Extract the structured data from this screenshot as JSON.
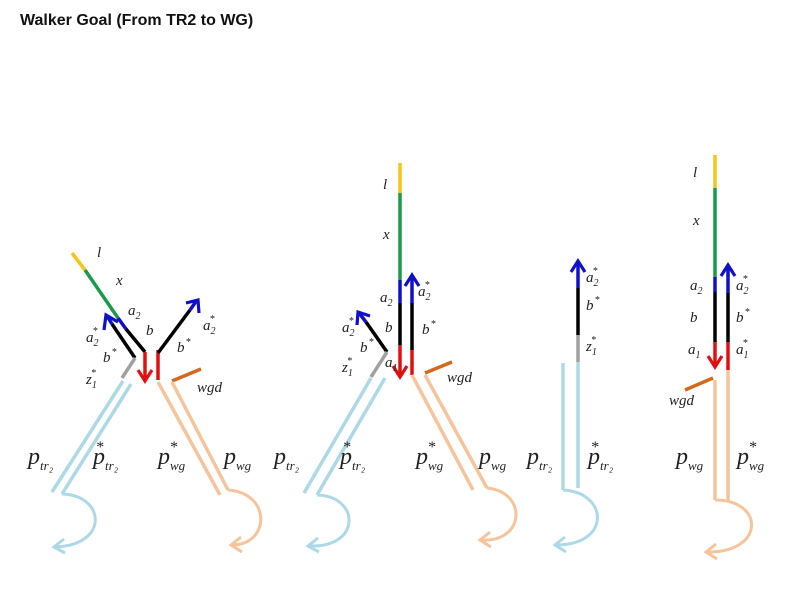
{
  "title": "Walker Goal (From TR2 to WG)",
  "colors": {
    "l": "#f5c518",
    "x": "#1a9a4a",
    "a2": "#1010c8",
    "b": "#000000",
    "a1": "#e01010",
    "z1": "#a0a0a0",
    "ptr2": "#add8e6",
    "pwg": "#f5c49c",
    "wgd": "#d2691e"
  },
  "panels": [
    {
      "labels": [
        {
          "main": "l"
        },
        {
          "main": "x"
        },
        {
          "main": "a",
          "sub": "2"
        },
        {
          "main": "b"
        },
        {
          "main": "a",
          "sub": "2",
          "sup": "*"
        },
        {
          "main": "b",
          "sup": "*"
        },
        {
          "main": "z",
          "sub": "1",
          "sup": "*"
        },
        {
          "main": "b",
          "sup": "*"
        },
        {
          "main": "a",
          "sub": "2",
          "sup": "*"
        },
        {
          "main": "wgd"
        },
        {
          "main": "p",
          "sub": "tr₂"
        },
        {
          "main": "p",
          "sub": "tr₂",
          "sup": "*"
        },
        {
          "main": "p",
          "sub": "wg",
          "sup": "*"
        },
        {
          "main": "p",
          "sub": "wg"
        }
      ]
    },
    {
      "labels": [
        {
          "main": "l"
        },
        {
          "main": "x"
        },
        {
          "main": "a",
          "sub": "2"
        },
        {
          "main": "a",
          "sub": "2",
          "sup": "*"
        },
        {
          "main": "b"
        },
        {
          "main": "b",
          "sup": "*"
        },
        {
          "main": "a",
          "sub": "2",
          "sup": "*"
        },
        {
          "main": "b",
          "sup": "*"
        },
        {
          "main": "z",
          "sub": "1",
          "sup": "*"
        },
        {
          "main": "a",
          "sub": "1"
        },
        {
          "main": "wgd"
        },
        {
          "main": "p",
          "sub": "tr₂"
        },
        {
          "main": "p",
          "sub": "tr₂",
          "sup": "*"
        },
        {
          "main": "p",
          "sub": "wg",
          "sup": "*"
        },
        {
          "main": "p",
          "sub": "wg"
        }
      ]
    },
    {
      "labels": [
        {
          "main": "a",
          "sub": "2",
          "sup": "*"
        },
        {
          "main": "b",
          "sup": "*"
        },
        {
          "main": "z",
          "sub": "1",
          "sup": "*"
        },
        {
          "main": "p",
          "sub": "tr₂"
        },
        {
          "main": "p",
          "sub": "tr₂",
          "sup": "*"
        }
      ]
    },
    {
      "labels": [
        {
          "main": "l"
        },
        {
          "main": "x"
        },
        {
          "main": "a",
          "sub": "2"
        },
        {
          "main": "a",
          "sub": "2",
          "sup": "*"
        },
        {
          "main": "b"
        },
        {
          "main": "b",
          "sup": "*"
        },
        {
          "main": "a",
          "sub": "1"
        },
        {
          "main": "a",
          "sub": "1",
          "sup": "*"
        },
        {
          "main": "wgd"
        },
        {
          "main": "p",
          "sub": "wg"
        },
        {
          "main": "p",
          "sub": "wg",
          "sup": "*"
        }
      ]
    }
  ]
}
